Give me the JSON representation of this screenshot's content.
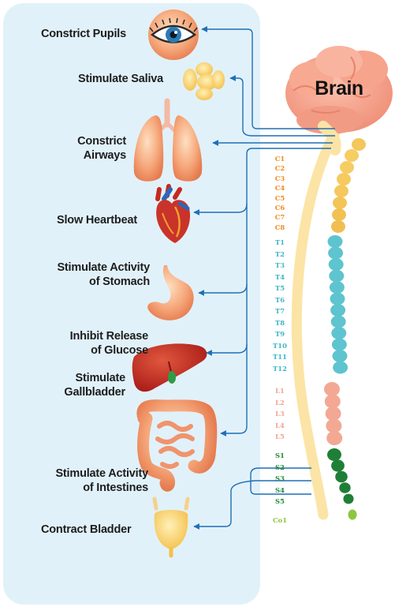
{
  "brain_label": "Brain",
  "effects": [
    {
      "id": "pupils",
      "text": "Constrict Pupils"
    },
    {
      "id": "saliva",
      "text": "Stimulate Saliva"
    },
    {
      "id": "airways",
      "line1": "Constrict",
      "line2": "Airways"
    },
    {
      "id": "heart",
      "text": "Slow Heartbeat"
    },
    {
      "id": "stomach",
      "line1": "Stimulate Activity",
      "line2": "of Stomach"
    },
    {
      "id": "glucose",
      "line1": "Inhibit Release",
      "line2": "of Glucose"
    },
    {
      "id": "gallbladder",
      "line1": "Stimulate",
      "line2": "Gallbladder"
    },
    {
      "id": "intestines",
      "line1": "Stimulate Activity",
      "line2": "of Intestines"
    },
    {
      "id": "bladder",
      "text": "Contract Bladder"
    }
  ],
  "segments": {
    "cervical": [
      "C1",
      "C2",
      "C3",
      "C4",
      "C5",
      "C6",
      "C7",
      "C8"
    ],
    "thoracic": [
      "T1",
      "T2",
      "T3",
      "T4",
      "T5",
      "T6",
      "T7",
      "T8",
      "T9",
      "T10",
      "T11",
      "T12"
    ],
    "lumbar": [
      "L1",
      "L2",
      "L3",
      "L4",
      "L5"
    ],
    "sacral": [
      "S1",
      "S2",
      "S3",
      "S4",
      "S5"
    ],
    "coccygeal": [
      "Co1"
    ]
  },
  "colors": {
    "panel": "#e1f1fa",
    "nerve_line": "#1f6fb5",
    "spinal_cord": "#fbe4a5",
    "brain": "#f5a08a",
    "cervical": "#f08a22",
    "thoracic": "#3fb6c6",
    "lumbar": "#f2a58f",
    "sacral": "#1f8a3a",
    "coccygeal": "#8cc63f"
  }
}
